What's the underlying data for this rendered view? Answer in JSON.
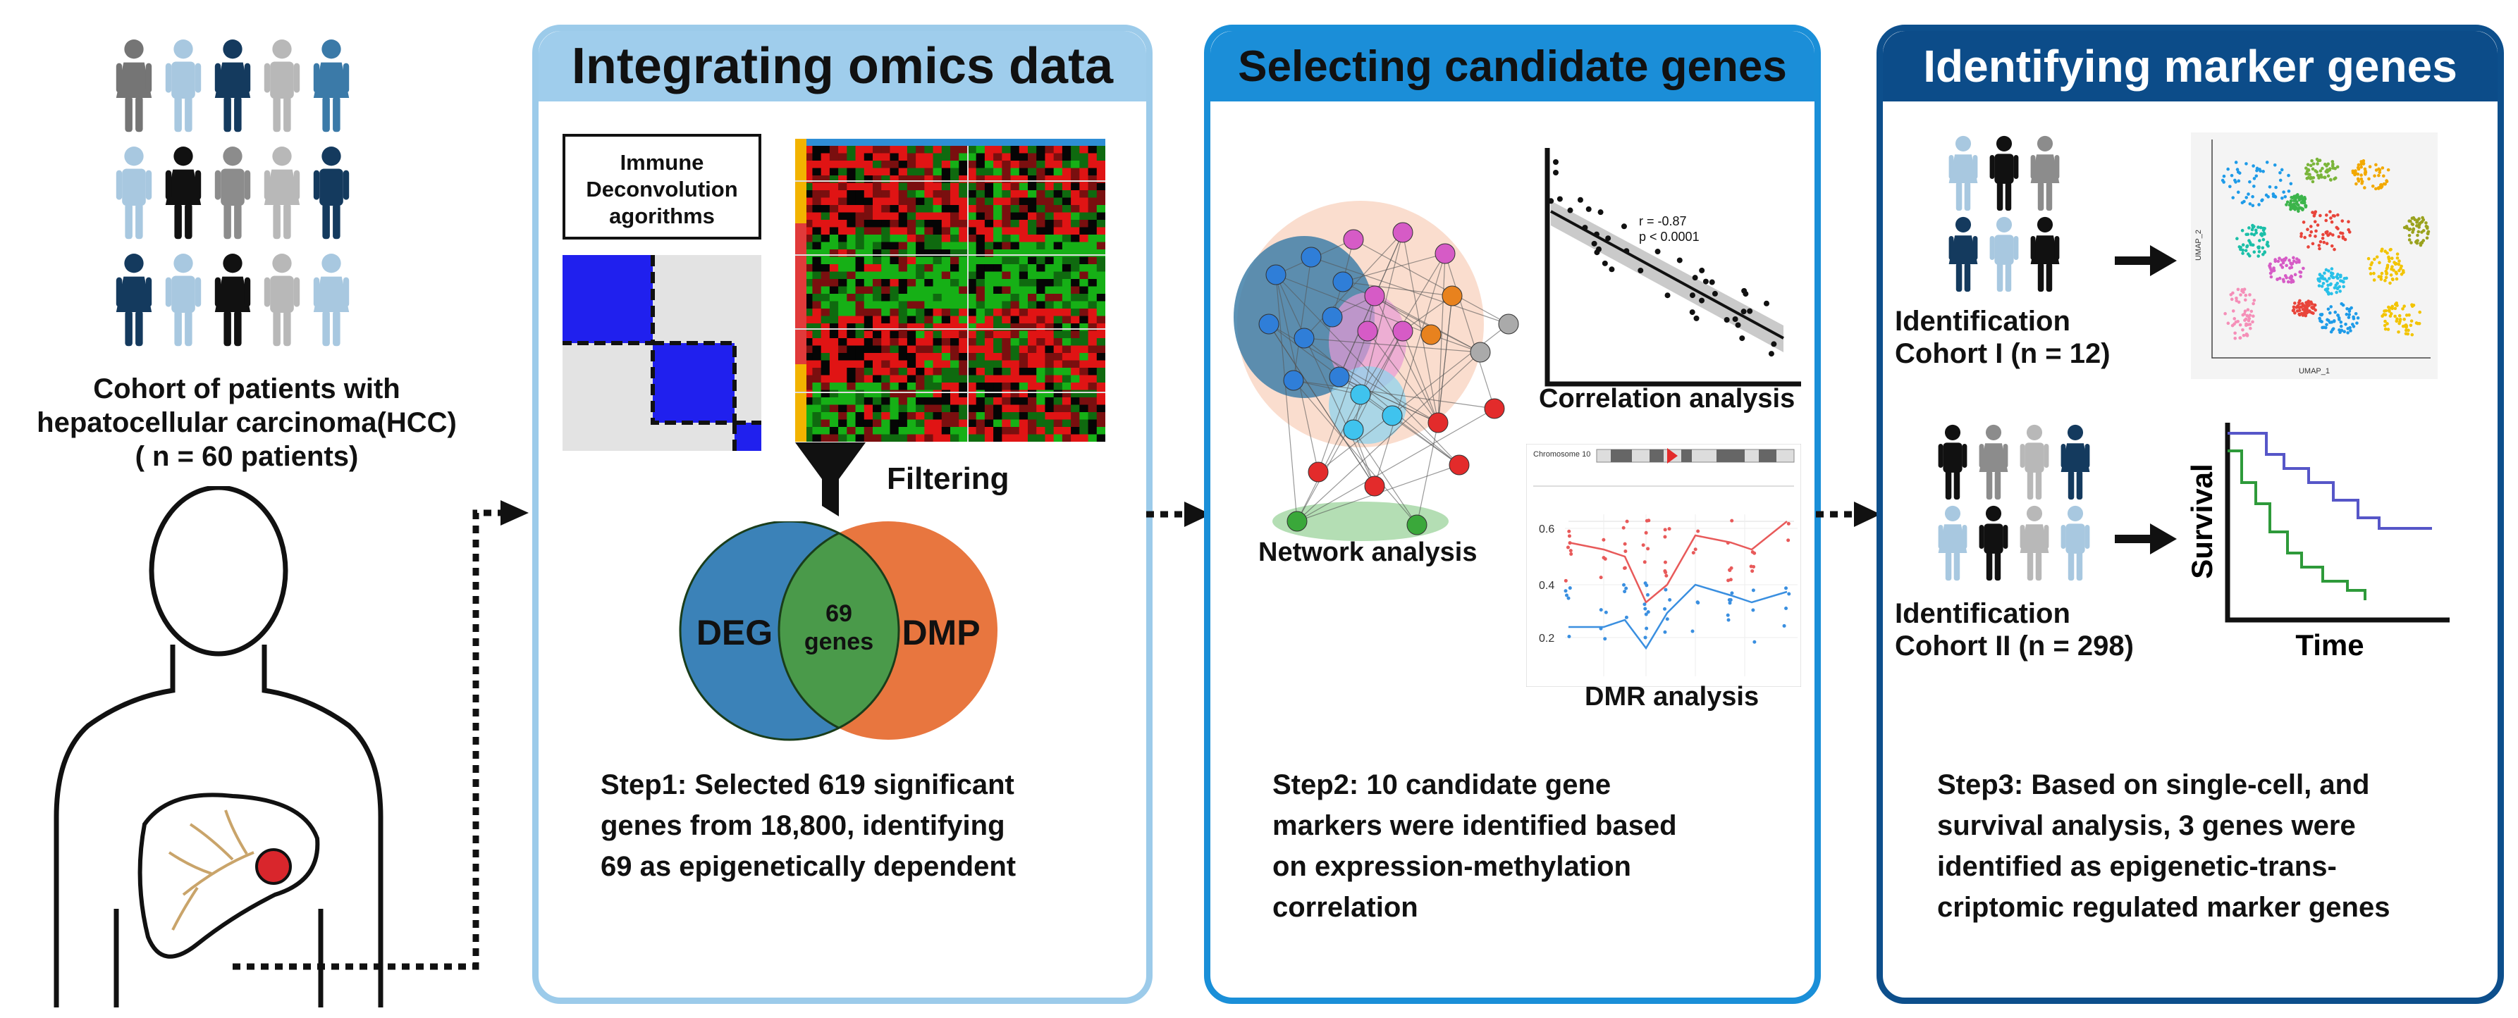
{
  "left": {
    "cohort_line1": "Cohort of patients with",
    "cohort_line2": "hepatocellular carcinoma(HCC)",
    "cohort_line3": "( n = 60 patients)"
  },
  "panel1": {
    "title": "Integrating omics data",
    "immune_line1": "Immune",
    "immune_line2": "Deconvolution",
    "immune_line3": "agorithms",
    "filtering": "Filtering",
    "venn_left": "DEG",
    "venn_center_top": "69",
    "venn_center_bottom": "genes",
    "venn_right": "DMP",
    "step_line1": "Step1: Selected 619 significant",
    "step_line2": "genes from 18,800, identifying",
    "step_line3": "69 as epigenetically dependent"
  },
  "panel2": {
    "title": "Selecting candidate genes",
    "network_label": "Network analysis",
    "correlation_label": "Correlation analysis",
    "corr_r": "r = -0.87",
    "corr_p": "p < 0.0001",
    "dmr_label": "DMR analysis",
    "dmr_axis": [
      "0.6",
      "0.4",
      "0.2"
    ],
    "chromosome_label": "Chromosome 10",
    "step_line1": "Step2: 10 candidate gene",
    "step_line2": "markers were identified based",
    "step_line3": "on expression-methylation",
    "step_line4": "correlation"
  },
  "panel3": {
    "title": "Identifying marker genes",
    "cohort1_line1": "Identification",
    "cohort1_line2": "Cohort I (n = 12)",
    "cohort2_line1": "Identification",
    "cohort2_line2": "Cohort II (n = 298)",
    "survival_ylabel": "Survival",
    "survival_xlabel": "Time",
    "umap_x": "UMAP_1",
    "umap_y": "UMAP_2",
    "step_line1": "Step3: Based on single-cell, and",
    "step_line2": "survival analysis, 3 genes were",
    "step_line3": "identified as epigenetic-trans-",
    "step_line4": "criptomic regulated marker genes"
  },
  "colors": {
    "panel1_border": "#9ccbea",
    "panel2_border": "#1a8fd8",
    "panel3_border": "#0d4f8c",
    "panel1_head": "#9fcdec",
    "panel2_head": "#1b8ed8",
    "panel3_head": "#0c4c89",
    "deg": "#3b82b8",
    "dmp": "#e8763f",
    "overlap": "#4a9a4a"
  }
}
